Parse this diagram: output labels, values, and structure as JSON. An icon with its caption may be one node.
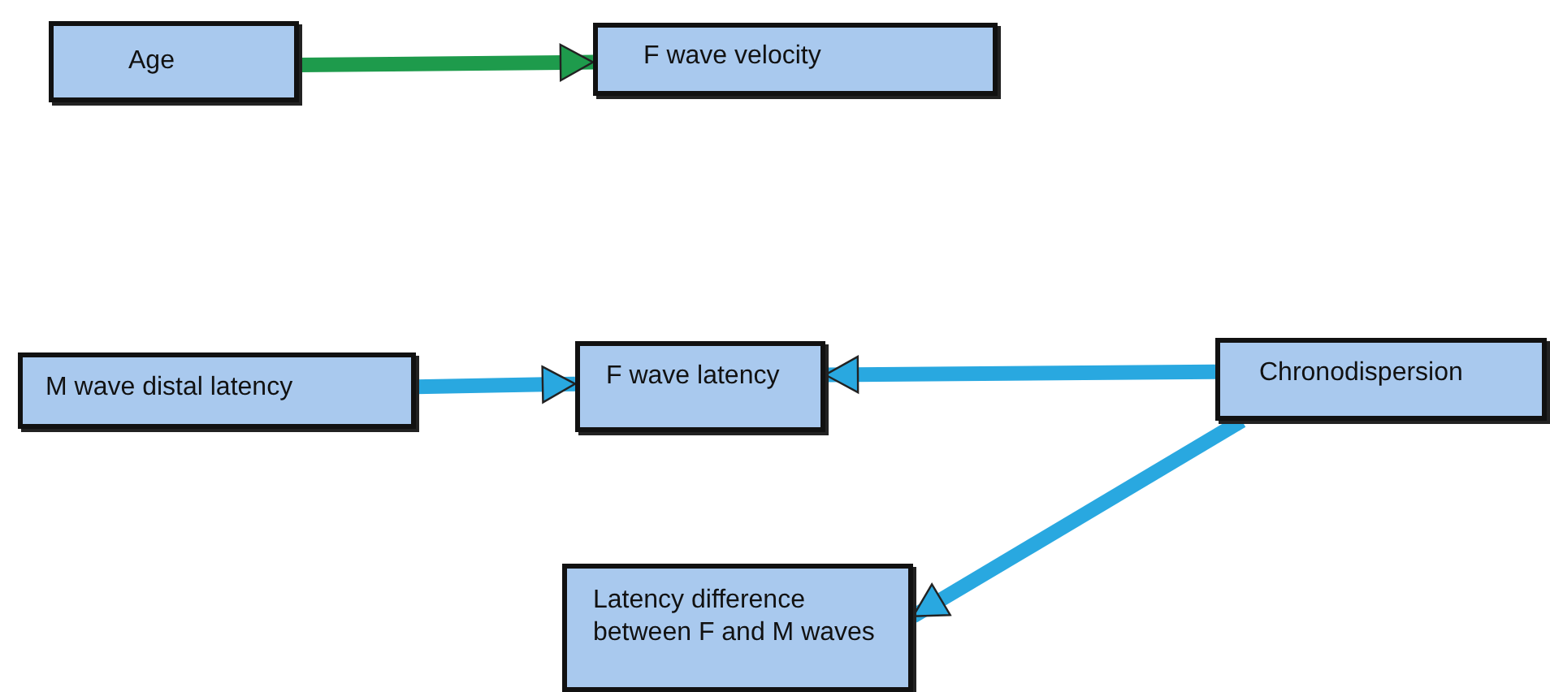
{
  "diagram": {
    "nodes": [
      {
        "text": [
          "Age"
        ]
      },
      {
        "text": [
          "F wave velocity"
        ]
      },
      {
        "text": [
          "M wave distal latency"
        ]
      },
      {
        "text": [
          "F wave latency"
        ]
      },
      {
        "text": [
          "Chronodispersion"
        ]
      },
      {
        "text": [
          "Latency difference between F and M waves"
        ]
      }
    ],
    "edges": [
      {
        "from": 0,
        "to": 1,
        "arrow": "to",
        "color": "#1e9b4c"
      },
      {
        "from": 2,
        "to": 3,
        "arrow": "to"
      },
      {
        "from": 4,
        "to": 3,
        "arrow": "to"
      },
      {
        "from": 4,
        "to": 5,
        "arrow": "to"
      }
    ]
  }
}
